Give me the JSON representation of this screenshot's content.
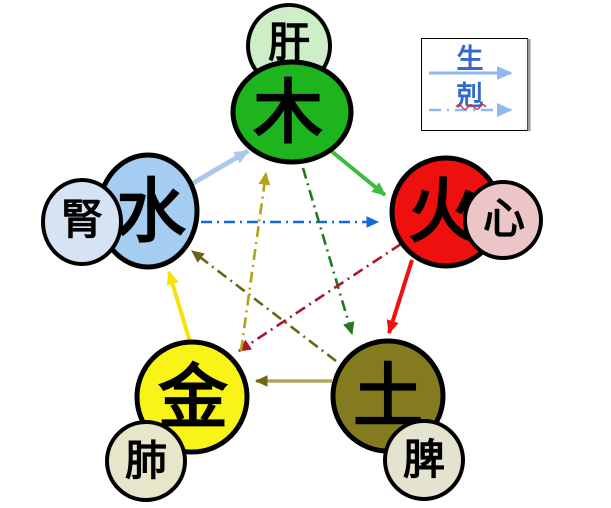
{
  "elements": {
    "wood": {
      "label": "木",
      "color": "#1eb41e"
    },
    "fire": {
      "label": "火",
      "color": "#ee0f0f"
    },
    "earth": {
      "label": "土",
      "color": "#837b1e"
    },
    "metal": {
      "label": "金",
      "color": "#f8f418"
    },
    "water": {
      "label": "水",
      "color": "#a5cdf2"
    }
  },
  "organs": {
    "liver": {
      "label": "肝",
      "color": "#cdeec6"
    },
    "heart": {
      "label": "心",
      "color": "#ecc6c6"
    },
    "spleen": {
      "label": "脾",
      "color": "#e4e3d0"
    },
    "lung": {
      "label": "肺",
      "color": "#e7e5ca"
    },
    "kidney": {
      "label": "腎",
      "color": "#d5e3f5"
    }
  },
  "legend": {
    "generating_label": "生",
    "overcoming_label": "剋",
    "text_color": "#3568cf",
    "arrow_color": "#8fb9ec",
    "underline_color": "#e23333"
  },
  "arrows": {
    "generating": {
      "water_wood": {
        "from": "water",
        "to": "wood",
        "color": "#a9c8ea"
      },
      "wood_fire": {
        "from": "wood",
        "to": "fire",
        "color": "#3cbe3c"
      },
      "fire_earth": {
        "from": "fire",
        "to": "earth",
        "color": "#ee1111"
      },
      "earth_metal": {
        "from": "earth",
        "to": "metal",
        "color": "#b2a55e",
        "head_color": "#6f6714"
      },
      "metal_water": {
        "from": "metal",
        "to": "water",
        "color": "#f2e40c"
      }
    },
    "overcoming": {
      "water_fire": {
        "from": "water",
        "to": "fire",
        "color": "#1668d8"
      },
      "wood_earth": {
        "from": "wood",
        "to": "earth",
        "color": "#217a21"
      },
      "fire_metal": {
        "from": "fire",
        "to": "metal",
        "color": "#b01427"
      },
      "earth_water": {
        "from": "earth",
        "to": "water",
        "color": "#6b6318"
      },
      "metal_wood": {
        "from": "metal",
        "to": "wood",
        "color": "#b1a313"
      }
    }
  }
}
